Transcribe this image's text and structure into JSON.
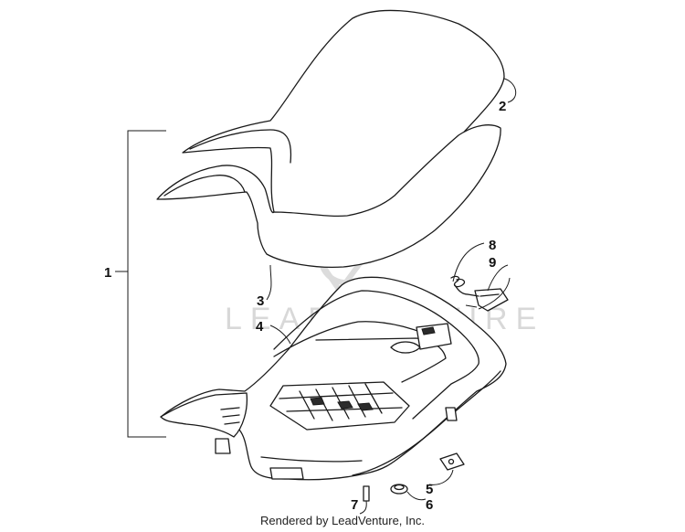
{
  "callouts": {
    "c1": "1",
    "c2": "2",
    "c3": "3",
    "c4": "4",
    "c5": "5",
    "c6": "6",
    "c7": "7",
    "c8": "8",
    "c9": "9"
  },
  "watermark": {
    "text": "LEADVENTURE",
    "icon": "flame-logo-icon"
  },
  "footer": {
    "credit": "Rendered by LeadVenture, Inc."
  }
}
